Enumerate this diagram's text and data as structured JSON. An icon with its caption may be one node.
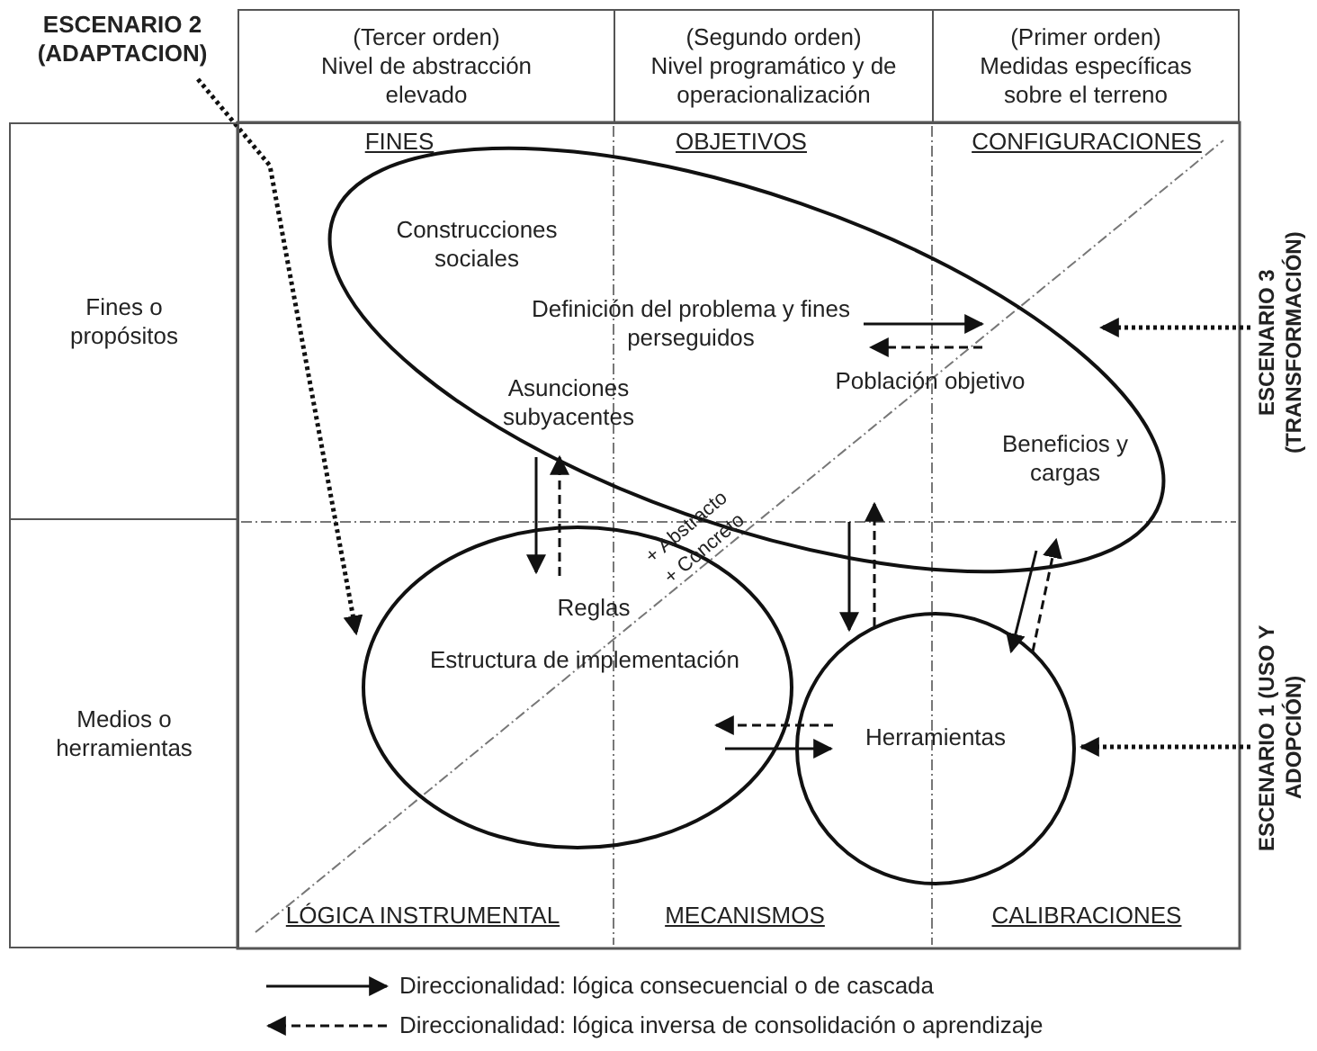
{
  "diagram": {
    "nodes": [
      {
        "text": [
          "ESCENARIO 2 (ADAPTACION)"
        ]
      },
      {
        "text": [
          "(Tercer orden)",
          "Nivel de abstracción elevado"
        ]
      },
      {
        "text": [
          "(Segundo orden)",
          "Nivel programático y de operacionalización"
        ]
      },
      {
        "text": [
          "(Primer orden)",
          "Medidas específicas sobre el terreno"
        ]
      },
      {
        "text": [
          "Fines o propósitos"
        ]
      },
      {
        "text": [
          "Medios o herramientas"
        ]
      },
      {
        "text": [
          "Construcciones sociales",
          "Definición del problema y fines perseguidos",
          "Asunciones subyacentes",
          "Población objetivo",
          "Beneficios y cargas"
        ]
      },
      {
        "text": [
          "Reglas",
          "Estructura de implementación"
        ]
      },
      {
        "text": [
          "Herramientas"
        ]
      },
      {
        "text": [
          "ESCENARIO 3 (TRANSFORMACIÓN)"
        ]
      },
      {
        "text": [
          "ESCENARIO 1 (USO Y ADOPCIÓN)"
        ]
      }
    ],
    "edges": [
      {
        "from": 0,
        "to": 7,
        "arrow": "to",
        "style": "dashed"
      },
      {
        "from": 9,
        "to": 6,
        "arrow": "to",
        "style": "dashed"
      },
      {
        "from": 10,
        "to": 8,
        "arrow": "to",
        "style": "dashed"
      },
      {
        "from": 6,
        "to": 7,
        "arrow": "to"
      },
      {
        "from": 7,
        "to": 6,
        "arrow": "to",
        "style": "dashed"
      },
      {
        "from": 6,
        "to": 8,
        "arrow": "to"
      },
      {
        "from": 8,
        "to": 6,
        "arrow": "to",
        "style": "dashed"
      },
      {
        "from": 6,
        "to": 8,
        "arrow": "to"
      },
      {
        "from": 8,
        "to": 6,
        "arrow": "to",
        "style": "dashed"
      },
      {
        "from": 7,
        "to": 8,
        "arrow": "to"
      },
      {
        "from": 8,
        "to": 7,
        "arrow": "to",
        "style": "dashed"
      }
    ],
    "labels": [
      "FINES",
      "OBJETIVOS",
      "CONFIGURACIONES",
      "+ Abstracto",
      "+ Concreto",
      "LÓGICA INSTRUMENTAL",
      "MECANISMOS",
      "CALIBRACIONES"
    ],
    "legend": [
      {
        "text": "Direccionalidad: lógica consecuencial o de cascada"
      },
      {
        "text": "Direccionalidad: lógica inversa de consolidación o aprendizaje"
      }
    ]
  }
}
